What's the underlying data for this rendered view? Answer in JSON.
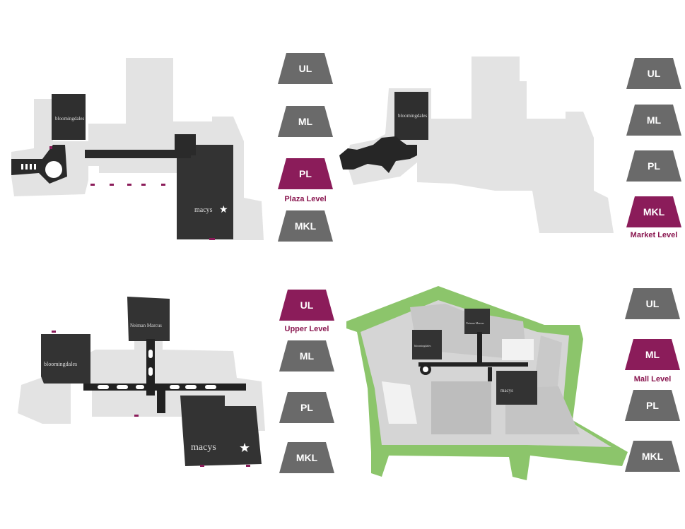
{
  "colors": {
    "active": "#8b1c5a",
    "inactive": "#6a6a6a",
    "anchor": "#2f2f2f",
    "footprint": "#e3e3e3",
    "corridor": "#222222",
    "lawn": "#8cc56b",
    "parking": "#bdbdbd"
  },
  "panels": [
    {
      "map_name": "plaza-level-map",
      "buttons": [
        {
          "label": "UL",
          "active": false
        },
        {
          "label": "ML",
          "active": false
        },
        {
          "label": "PL",
          "active": true
        },
        {
          "label": "MKL",
          "active": false
        }
      ],
      "caption": "Plaza Level",
      "store_labels": [
        "bloomingdales",
        "macys"
      ]
    },
    {
      "map_name": "market-level-map",
      "buttons": [
        {
          "label": "UL",
          "active": false
        },
        {
          "label": "ML",
          "active": false
        },
        {
          "label": "PL",
          "active": false
        },
        {
          "label": "MKL",
          "active": true
        }
      ],
      "caption": "Market Level",
      "store_labels": [
        "bloomingdales"
      ]
    },
    {
      "map_name": "upper-level-map",
      "buttons": [
        {
          "label": "UL",
          "active": true
        },
        {
          "label": "ML",
          "active": false
        },
        {
          "label": "PL",
          "active": false
        },
        {
          "label": "MKL",
          "active": false
        }
      ],
      "caption": "Upper Level",
      "store_labels": [
        "bloomingdales",
        "Neiman Marcus",
        "macys"
      ]
    },
    {
      "map_name": "mall-level-map",
      "buttons": [
        {
          "label": "UL",
          "active": false
        },
        {
          "label": "ML",
          "active": true
        },
        {
          "label": "PL",
          "active": false
        },
        {
          "label": "MKL",
          "active": false
        }
      ],
      "caption": "Mall Level",
      "store_labels": [
        "bloomingdales",
        "Neiman Marcus",
        "macys"
      ]
    }
  ]
}
